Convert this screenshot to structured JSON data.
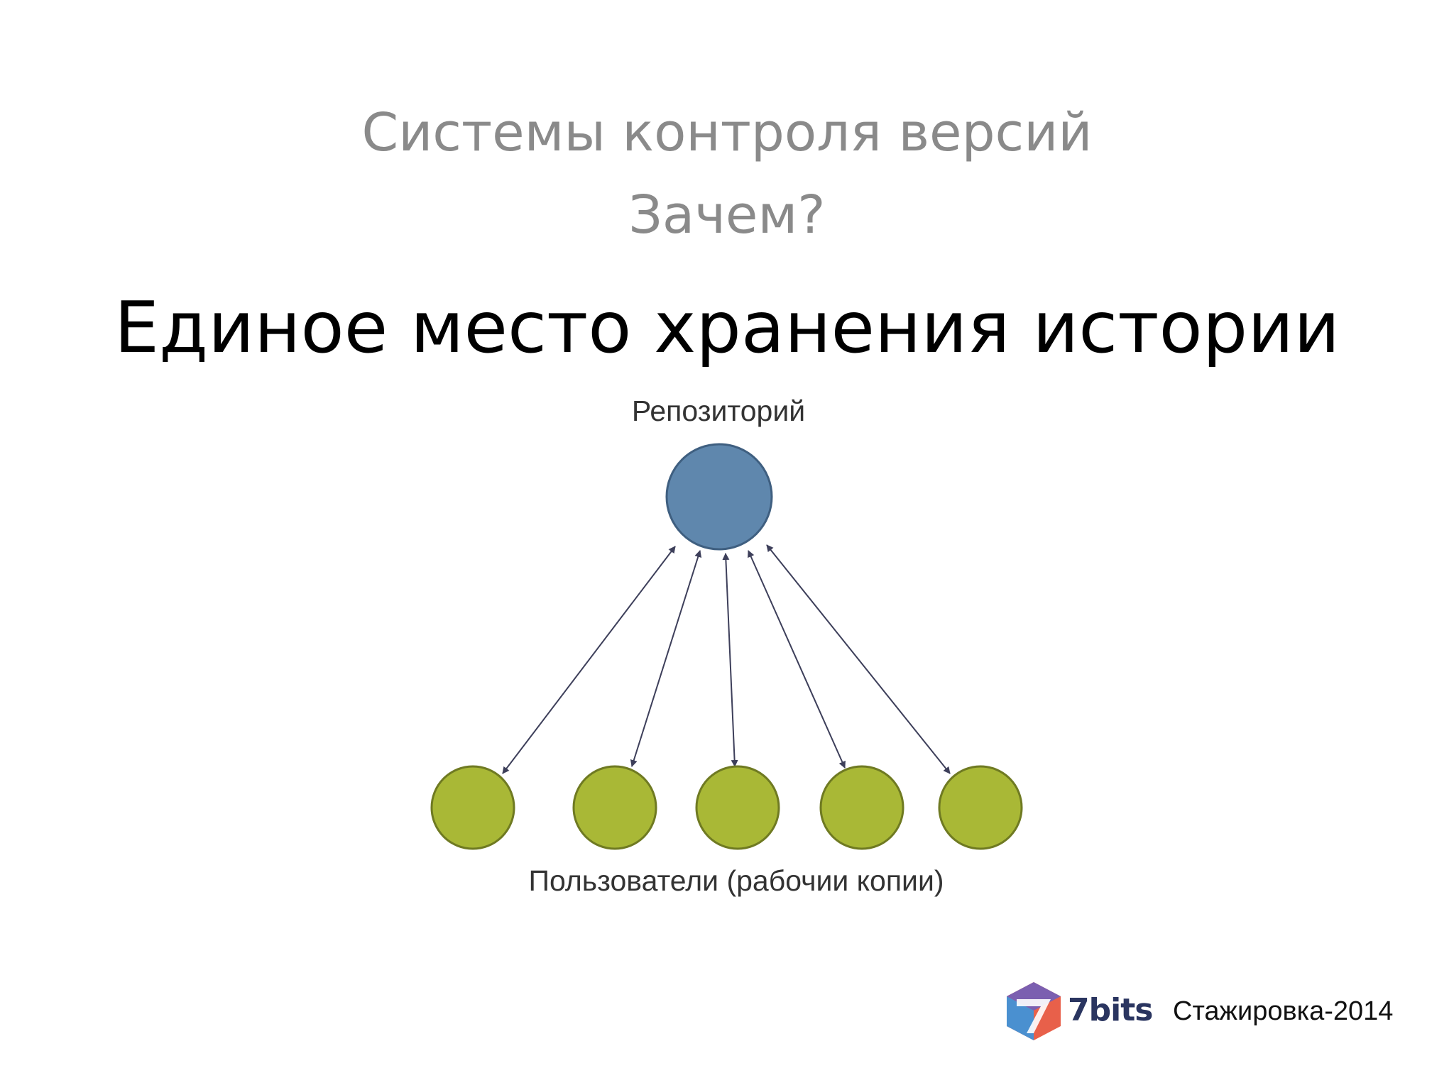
{
  "slide": {
    "title_line1": "Системы контроля версий",
    "title_line2": "Зачем?",
    "heading": "Единое место хранения истории"
  },
  "diagram": {
    "repository_label": "Репозиторий",
    "users_label": "Пользователи (рабочии копии)",
    "repository_color": "#5f87ad",
    "user_color": "#a9b836",
    "arrow_color": "#3d3f5a",
    "user_count": 5
  },
  "footer": {
    "logo_text": "7bits",
    "caption": "Стажировка-2014"
  }
}
